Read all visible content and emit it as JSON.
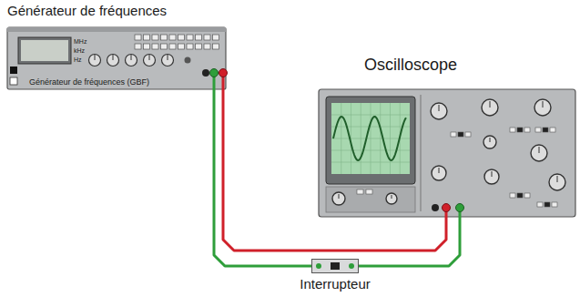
{
  "diagram": {
    "nodes": [
      {
        "text": [
          "Générateur de fréquences",
          "Générateur de fréquences (GBF)"
        ]
      },
      {
        "text": [
          "Oscilloscope"
        ]
      },
      {
        "text": [
          "Interrupteur"
        ]
      }
    ],
    "edges": [
      {
        "from": 0,
        "to": 1,
        "arrow": "none"
      },
      {
        "from": 0,
        "to": 2,
        "arrow": "none"
      },
      {
        "from": 2,
        "to": 1,
        "arrow": "none"
      }
    ],
    "labels": [
      "MHz",
      "kHz",
      "Hz"
    ]
  }
}
